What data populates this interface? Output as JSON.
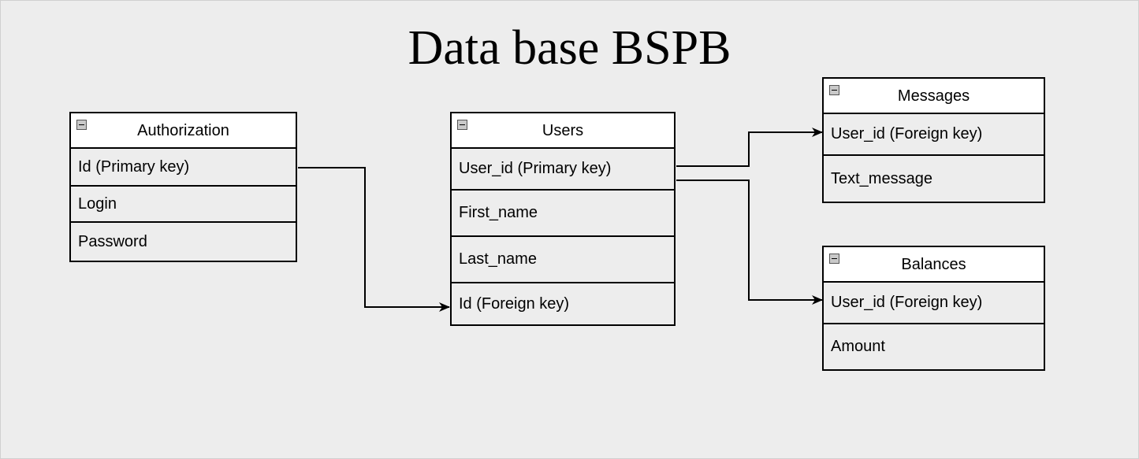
{
  "title": "Data base BSPB",
  "entities": {
    "authorization": {
      "name": "Authorization",
      "fields": [
        "Id (Primary key)",
        "Login",
        "Password"
      ]
    },
    "users": {
      "name": "Users",
      "fields": [
        "User_id (Primary key)",
        "First_name",
        "Last_name",
        "Id (Foreign key)"
      ]
    },
    "messages": {
      "name": "Messages",
      "fields": [
        "User_id (Foreign key)",
        "Text_message"
      ]
    },
    "balances": {
      "name": "Balances",
      "fields": [
        "User_id (Foreign key)",
        "Amount"
      ]
    }
  },
  "relations": [
    {
      "from": "Authorization.Id (Primary key)",
      "to": "Users.Id (Foreign key)"
    },
    {
      "from": "Users.User_id (Primary key)",
      "to": "Messages.User_id (Foreign key)"
    },
    {
      "from": "Users.User_id (Primary key)",
      "to": "Balances.User_id (Foreign key)"
    }
  ],
  "colors": {
    "background": "#ededed",
    "header": "#ffffff",
    "stroke": "#000000"
  }
}
